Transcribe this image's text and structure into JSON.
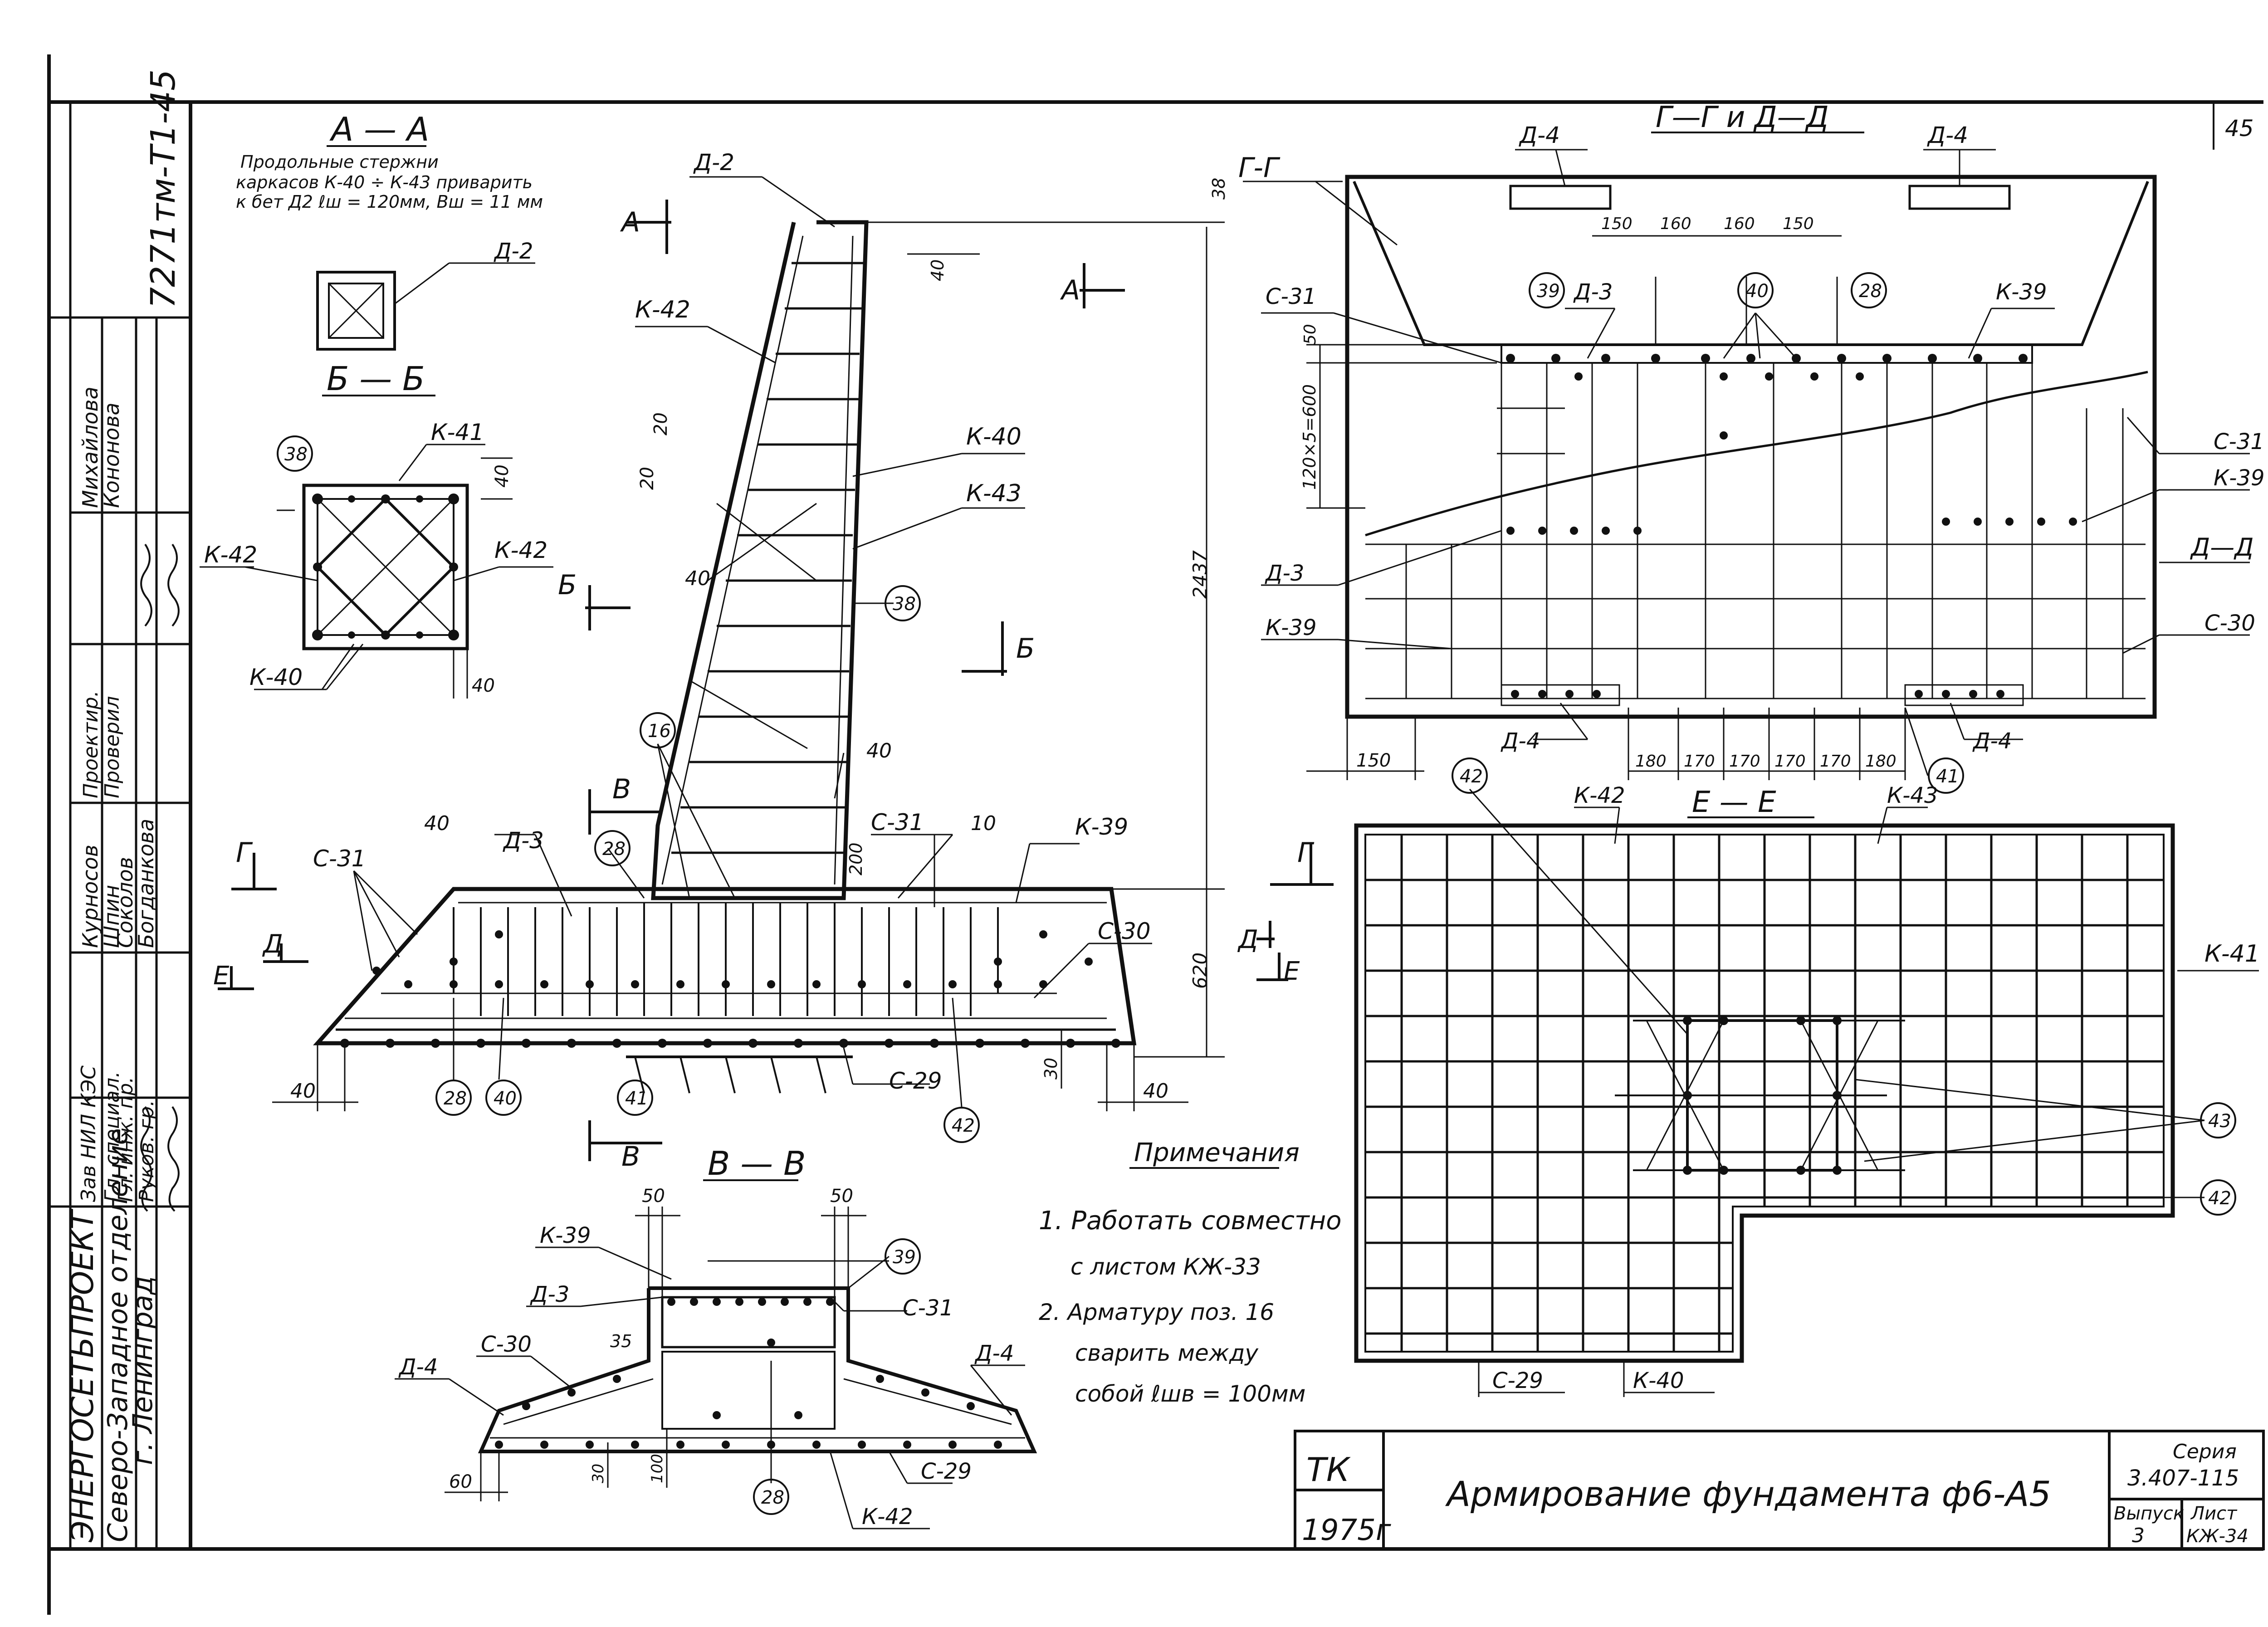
{
  "sheet_number": "45",
  "stamp": {
    "org": "ЭНЕРГОСЕТЬПРОЕКТ",
    "branch": "Северо-Западное отделение",
    "city": "г. Ленинград",
    "code": "7271тм-Т1-45",
    "roles": [
      "Зав НИЛ КЭС",
      "Гл. специал.",
      "Гл. инж. пр.",
      "Руков. гр.",
      "Проектир.",
      "Проверил"
    ],
    "names": [
      "Курносов",
      "Шпин",
      "Соколов",
      "Богданкова",
      "Михайлова",
      "Кононова"
    ]
  },
  "title_block": {
    "tk": "ТК",
    "year": "1975г",
    "title": "Армирование фундамента ф6-А5",
    "series_label": "Серия",
    "series": "3.407-115",
    "issue_label": "Выпуск",
    "issue": "3",
    "sheet_label": "Лист",
    "sheet": "КЖ-34"
  },
  "sections": {
    "aa": {
      "title": "А — А",
      "note": [
        "Продольные стержни",
        "каркасов К-40 ÷ К-43 приварить",
        "к бет Д2  ℓш = 120мм, Bш = 11 мм"
      ],
      "labels": [
        "Д-2"
      ]
    },
    "bb": {
      "title": "Б — Б",
      "labels": [
        "К-41",
        "К-42",
        "К-42",
        "К-40",
        "38",
        "40",
        "40"
      ]
    },
    "main": {
      "labels": [
        "Д-2",
        "А",
        "А",
        "К-42",
        "К-40",
        "К-43",
        "38",
        "40",
        "40",
        "20",
        "20",
        "Б",
        "Б",
        "16",
        "В",
        "В",
        "28",
        "40",
        "Д-3",
        "С-31",
        "10",
        "К-39",
        "С-31",
        "200",
        "Г",
        "Г",
        "Д",
        "Д",
        "Е",
        "Е",
        "С-30",
        "С-29",
        "41",
        "28",
        "40",
        "42",
        "40",
        "40",
        "30",
        "38",
        "40",
        "2437",
        "620"
      ]
    },
    "gg": {
      "title": "Г—Г и Д—Д",
      "labels": [
        "Г-Г",
        "Д-4",
        "Д-4",
        "150",
        "160",
        "160",
        "150",
        "39",
        "Д-3",
        "40",
        "28",
        "К-39",
        "С-31",
        "50",
        "120×5=600",
        "С-31",
        "К-39",
        "Д-3",
        "Д—Д",
        "К-39",
        "С-30",
        "Д-4",
        "Д-4",
        "150",
        "180",
        "170",
        "170",
        "170",
        "170",
        "180",
        "41"
      ]
    },
    "ee": {
      "title": "Е — Е",
      "labels": [
        "42",
        "К-42",
        "К-43",
        "К-41",
        "43",
        "42",
        "С-29",
        "К-40"
      ]
    },
    "vv": {
      "title": "В — В",
      "labels": [
        "50",
        "50",
        "К-39",
        "39",
        "Д-3",
        "С-31",
        "С-30",
        "35",
        "Д-4",
        "Д-4",
        "С-29",
        "К-42",
        "28",
        "60",
        "30",
        "100"
      ]
    }
  },
  "notes": {
    "heading": "Примечания",
    "items": [
      "1. Работать совместно",
      "с листом КЖ-33",
      "2. Арматуру поз. 16",
      "сварить между",
      "собой ℓшв = 100мм"
    ]
  }
}
